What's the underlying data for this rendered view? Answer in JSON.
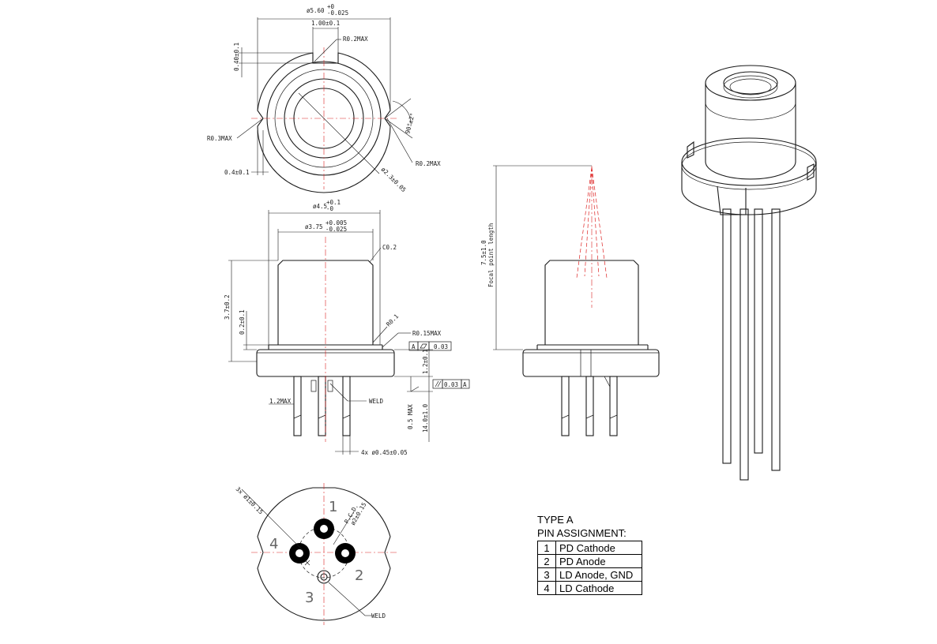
{
  "top_view": {
    "diameter_label": "ø5.60",
    "diameter_tol_upper": "+0",
    "diameter_tol_lower": "-0.025",
    "key_width_label": "1.00±0.1",
    "r02_top_label": "R0.2MAX",
    "key_depth_label": "0.40±0.1",
    "r03_label": "R0.3MAX",
    "angle_label": "90°±2°",
    "r02_right_label": "R0.2MAX",
    "notch_label": "0.4±0.1",
    "pcd_label": "ø2.3±0.05"
  },
  "side_view": {
    "cap_diameter_label": "ø4.5",
    "cap_tol_upper": "+0.1",
    "cap_tol_lower": "-0",
    "window_diameter_label": "ø3.75",
    "window_tol_upper": "+0.005",
    "window_tol_lower": "-0.025",
    "chamfer_label": "C0.2",
    "height_label": "3.7±0.2",
    "base_step_label": "0.2±0.1",
    "fillet_label": "R0.1",
    "r015_label": "R0.15MAX",
    "flatness_datum": "A",
    "flatness_value": "0.03",
    "flange_label": "1.2±0.1",
    "parallel_value": "0.03",
    "parallel_datum": "A",
    "pin_spacing_label": "1.2MAX",
    "weld_label": "WELD",
    "lead_gap_label": "0.5 MAX",
    "lead_length_label": "14.0±1.0",
    "pin_dia_label": "4x  ø0.45±0.05"
  },
  "focal_view": {
    "focal_value_label": "7.5±1.0",
    "focal_caption": "Focal point length"
  },
  "bottom_view": {
    "pin_hole_label": "3x  ø1±0.15",
    "pcd_label_line1": "P.C.D.",
    "pcd_label_line2": "ø2±0.15",
    "pin_numbers": [
      "1",
      "2",
      "3",
      "4"
    ],
    "weld_label": "WELD"
  },
  "legend": {
    "type_title": "TYPE A",
    "assignment_title": "PIN ASSIGNMENT:",
    "rows": [
      {
        "num": "1",
        "label": "PD Cathode"
      },
      {
        "num": "2",
        "label": "PD Anode"
      },
      {
        "num": "3",
        "label": "LD Anode, GND"
      },
      {
        "num": "4",
        "label": "LD Cathode"
      }
    ]
  },
  "colors": {
    "line": "#1a1a1a",
    "centerline": "#dd2222",
    "pin_ring": "#000000"
  }
}
